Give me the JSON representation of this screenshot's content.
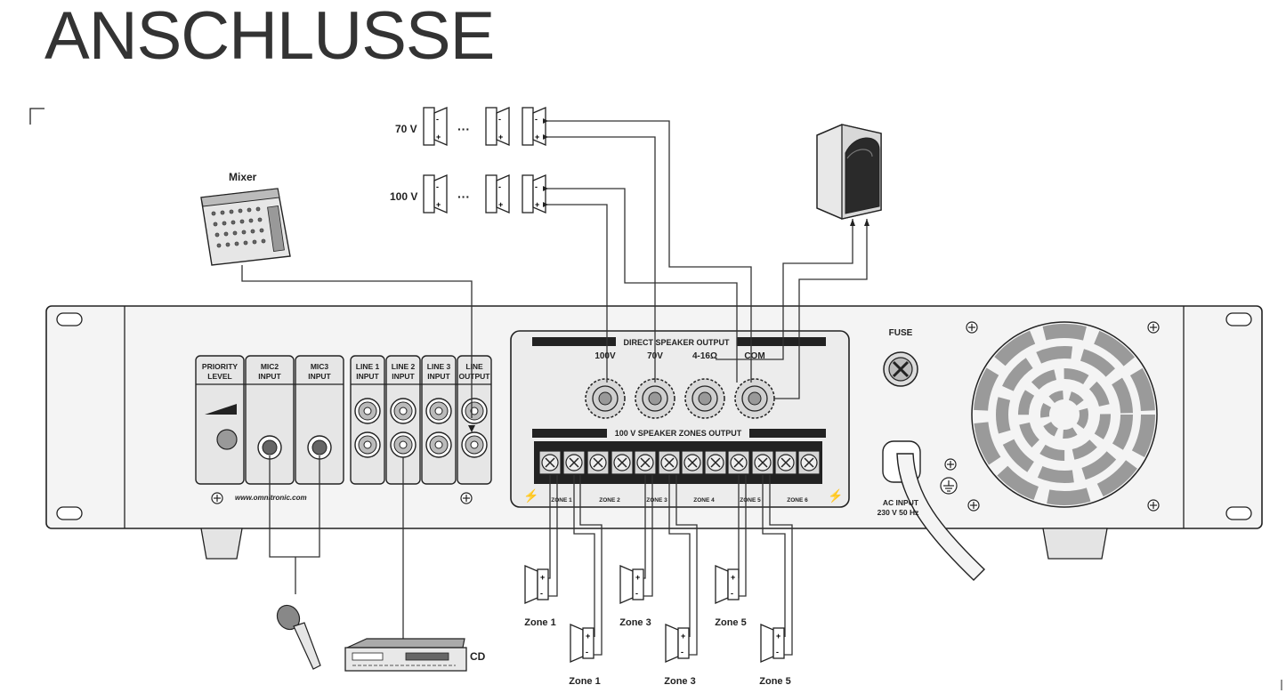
{
  "title": "ANSCHLUSSE",
  "labels": {
    "v70": "70 V",
    "v100": "100 V",
    "mixer": "Mixer",
    "cd": "CD",
    "fuse": "FUSE",
    "ac_input_1": "AC INPUT",
    "ac_input_2": "230 V 50 Hz",
    "website": "www.omnitronic.com",
    "dots": "···"
  },
  "input_panel": {
    "priority": [
      "PRIORITY",
      "LEVEL"
    ],
    "mic2": [
      "MIC2",
      "INPUT"
    ],
    "mic3": [
      "MIC3",
      "INPUT"
    ],
    "line1": [
      "LINE 1",
      "INPUT"
    ],
    "line2": [
      "LINE 2",
      "INPUT"
    ],
    "line3": [
      "LINE 3",
      "INPUT"
    ],
    "lineout": [
      "LINE",
      "OUTPUT"
    ]
  },
  "direct_output": {
    "header": "DIRECT SPEAKER OUTPUT",
    "terminals": [
      "100V",
      "70V",
      "4-16Ω",
      "COM"
    ]
  },
  "zones_output": {
    "header": "100 V SPEAKER ZONES OUTPUT",
    "zones": [
      "ZONE 1",
      "ZONE 2",
      "ZONE 3",
      "ZONE 4",
      "ZONE 5",
      "ZONE 6"
    ]
  },
  "zone_speakers": {
    "top_row": [
      "Zone 1",
      "Zone 3",
      "Zone 5"
    ],
    "bottom_row": [
      "Zone 1",
      "Zone 3",
      "Zone 5"
    ]
  },
  "colors": {
    "ink": "#222222",
    "panel": "#ececec",
    "title": "#333333"
  }
}
